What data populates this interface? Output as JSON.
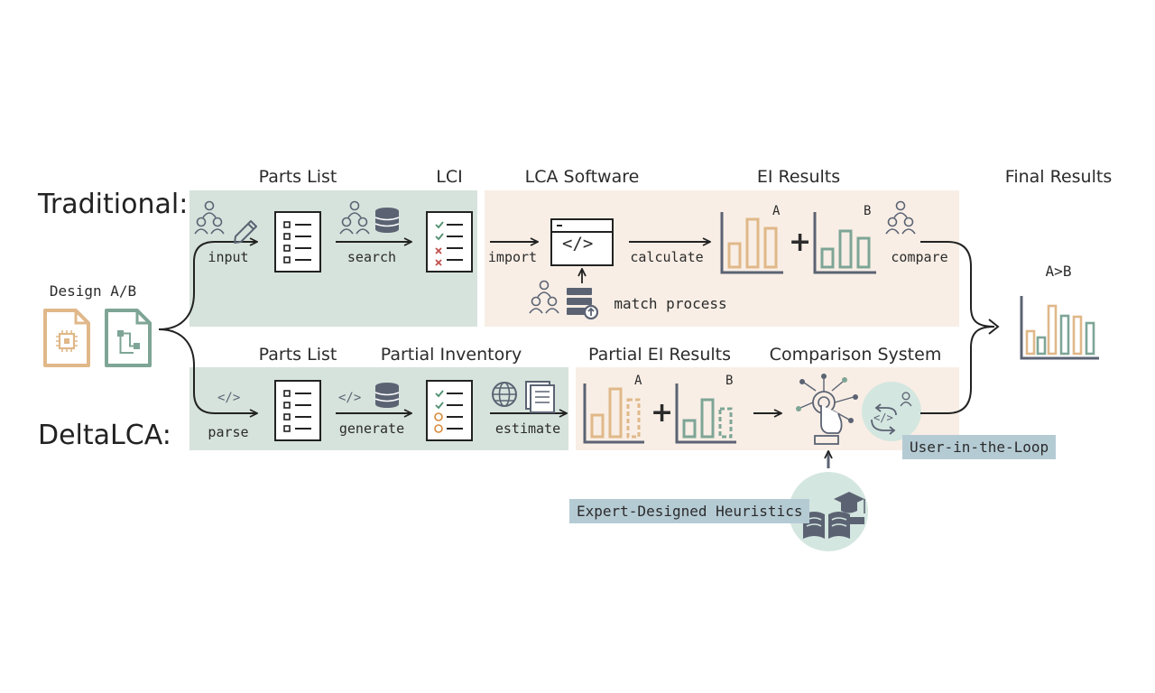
{
  "rows": {
    "traditional": "Traditional:",
    "delta": "DeltaLCA:"
  },
  "design_label": "Design A/B",
  "traditional_stages": {
    "parts_list": "Parts List",
    "lci": "LCI",
    "lca_software": "LCA Software",
    "ei_results": "EI Results",
    "final_results": "Final Results"
  },
  "delta_stages": {
    "parts_list": "Parts List",
    "partial_inventory": "Partial Inventory",
    "partial_ei_results": "Partial EI Results",
    "comparison_system": "Comparison System"
  },
  "traditional_steps": {
    "input": "input",
    "search": "search",
    "import": "import",
    "calculate": "calculate",
    "compare": "compare",
    "match_process": "match process"
  },
  "delta_steps": {
    "parse": "parse",
    "generate": "generate",
    "estimate": "estimate"
  },
  "result_label": "A>B",
  "chart_markers": {
    "a": "A",
    "b": "B"
  },
  "tags": {
    "user_in_loop": "User-in-the-Loop",
    "expert_heuristics": "Expert-Designed Heuristics"
  },
  "code_glyph": "</>",
  "plus_sign": "+",
  "colors": {
    "green_panel": "#d6e3dc",
    "peach_panel": "#f8eee5",
    "orange": "#e0b889",
    "green": "#7ea596",
    "slate": "#5b6373",
    "tag_bg": "#b5cbd4",
    "circle": "#d4e6e0"
  }
}
